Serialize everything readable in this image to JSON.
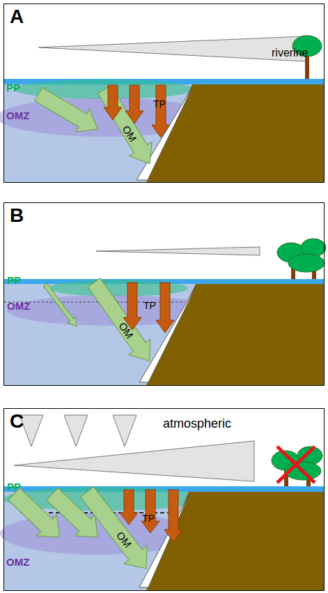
{
  "diagram": {
    "nodes": [
      {
        "text": [
          "A",
          "riverine",
          "PP",
          "OMZ",
          "TP",
          "OM"
        ]
      },
      {
        "text": [
          "B",
          "PP",
          "OMZ",
          "TP",
          "OM"
        ]
      },
      {
        "text": [
          "C",
          "atmospheric",
          "PP",
          "OMZ",
          "TP",
          "OM"
        ]
      }
    ]
  }
}
